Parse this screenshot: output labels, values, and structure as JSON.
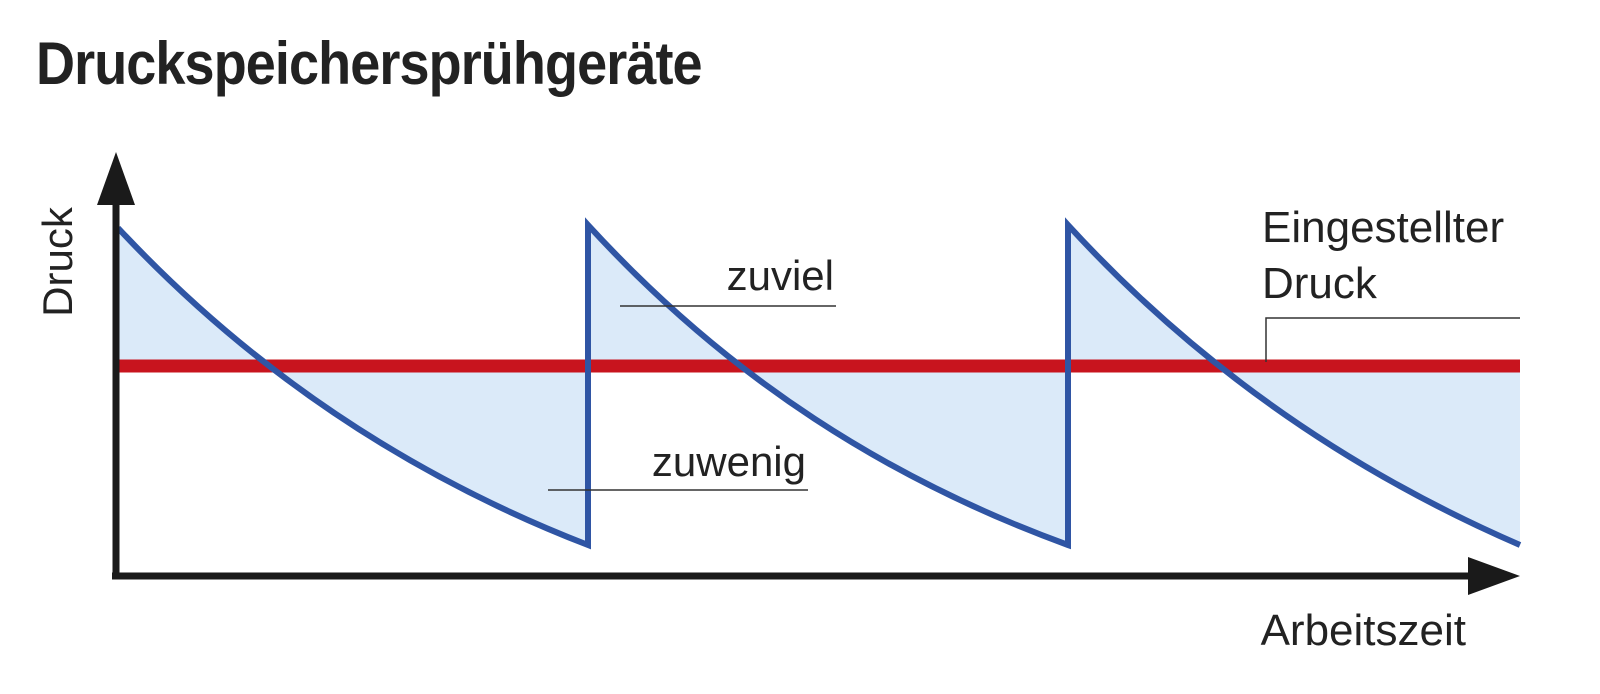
{
  "title": "Druckspeichersprühgeräte",
  "axes": {
    "y_label": "Druck",
    "x_label": "Arbeitszeit"
  },
  "annotations": {
    "too_much": "zuviel",
    "too_little": "zuwenig",
    "set_pressure_line1": "Eingestellter",
    "set_pressure_line2": "Druck"
  },
  "colors": {
    "pressure_curve": "#2f55a4",
    "set_pressure_line": "#c8141e",
    "deviation_fill": "#dbeaf9",
    "axis": "#1a1a1a"
  }
}
